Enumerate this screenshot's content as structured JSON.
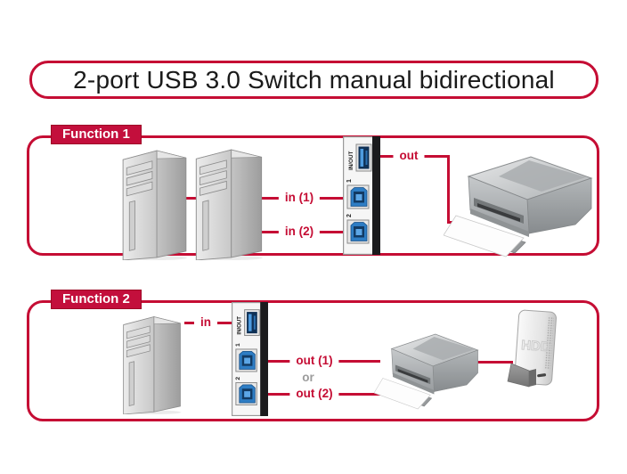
{
  "title": "2-port USB 3.0 Switch manual bidirectional",
  "colors": {
    "accent_red": "#C50D34",
    "tab_background": "#C30F3C",
    "or_text_gray": "#9C9C9C",
    "usb_port_blue": "#2B7BC7",
    "switch_strip_black": "#1B1B1D"
  },
  "function1": {
    "tab_label": "Function 1",
    "connection_labels": {
      "in1": "in (1)",
      "in2": "in (2)",
      "out": "out"
    },
    "usb_switch": {
      "top_port": "IN/OUT",
      "port1": "1",
      "port2": "2"
    }
  },
  "function2": {
    "tab_label": "Function 2",
    "connection_labels": {
      "in": "in",
      "out1": "out (1)",
      "or": "or",
      "out2": "out (2)"
    },
    "usb_switch": {
      "top_port": "IN/OUT",
      "port1": "1",
      "port2": "2"
    }
  },
  "devices": {
    "hdd_label": "HDD"
  }
}
